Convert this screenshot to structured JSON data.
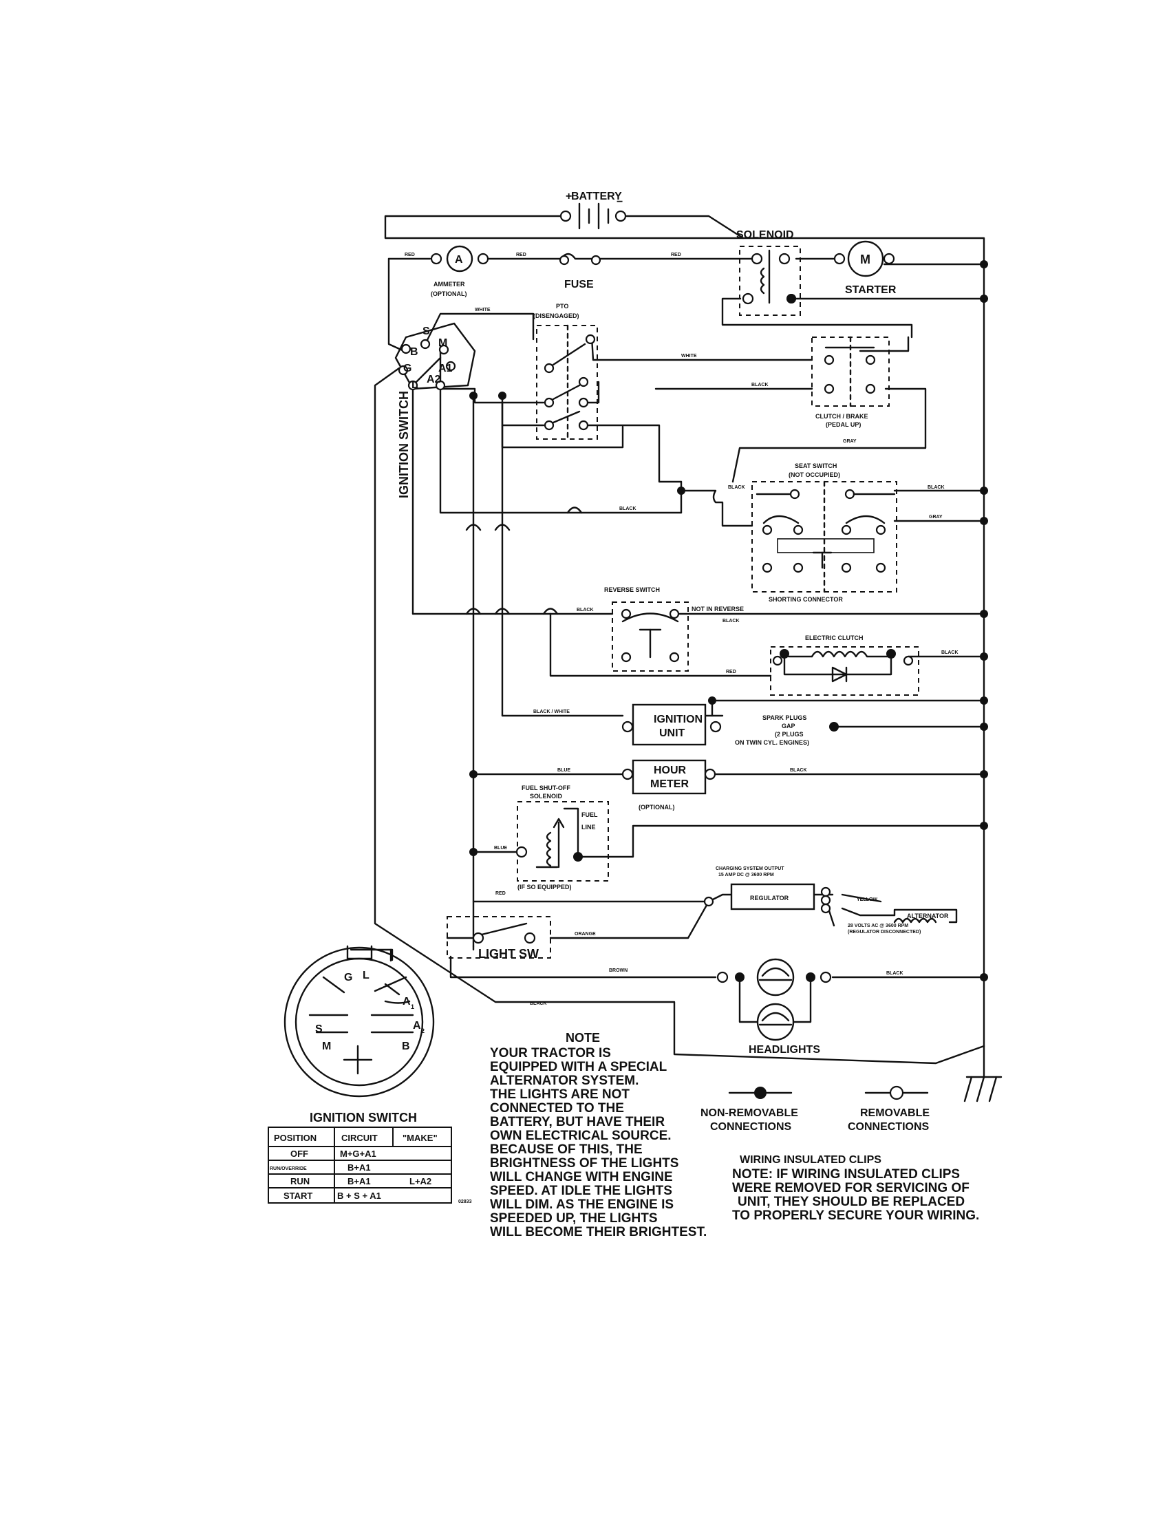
{
  "labels": {
    "battery": "BATTERY",
    "plus": "+",
    "minus": "−",
    "solenoid": "SOLENOID",
    "starter": "STARTER",
    "starter_symbol": "M",
    "ammeter_symbol": "A",
    "ammeter_1": "AMMETER",
    "ammeter_2": "(OPTIONAL)",
    "fuse": "FUSE",
    "pto_1": "PTO",
    "pto_2": "(DISENGAGED)",
    "clutch_brake_1": "CLUTCH / BRAKE",
    "clutch_brake_2": "(PEDAL UP)",
    "seat_switch_1": "SEAT SWITCH",
    "seat_switch_2": "(NOT OCCUPIED)",
    "shorting_connector": "SHORTING CONNECTOR",
    "reverse_switch": "REVERSE SWITCH",
    "not_in_reverse": "NOT IN REVERSE",
    "electric_clutch": "ELECTRIC CLUTCH",
    "ignition_unit_1": "IGNITION",
    "ignition_unit_2": "UNIT",
    "spark_1": "SPARK PLUGS",
    "spark_2": "GAP",
    "spark_3": "(2 PLUGS",
    "spark_4": "ON TWIN CYL. ENGINES)",
    "hour_meter_1": "HOUR",
    "hour_meter_2": "METER",
    "hour_meter_3": "(OPTIONAL)",
    "fuel_1": "FUEL SHUT-OFF",
    "fuel_2": "SOLENOID",
    "fuel_line_1": "FUEL",
    "fuel_line_2": "LINE",
    "fuel_3": "(IF SO EQUIPPED)",
    "charging_1": "CHARGING SYSTEM OUTPUT",
    "charging_2": "15 AMP DC @ 3600 RPM",
    "regulator": "REGULATOR",
    "alternator": "ALTERNATOR",
    "alt_volts_1": "28 VOLTS AC @ 3600 RPM",
    "alt_volts_2": "(REGULATOR DISCONNECTED)",
    "light_sw": "LIGHT SW",
    "headlights": "HEADLIGHTS",
    "ignition_switch_vertical": "IGNITION SWITCH",
    "drawing_no": "02833"
  },
  "terminals": {
    "b": "B",
    "s": "S",
    "m": "M",
    "g": "G",
    "a1": "A1",
    "l": "L",
    "a2": "A2"
  },
  "wires": {
    "red_a": "RED",
    "red_b": "RED",
    "red_c": "RED",
    "white_a": "WHITE",
    "white_b": "WHITE",
    "black_clutch": "BLACK",
    "gray_clutch": "GRAY",
    "black_seat_l": "BLACK",
    "black_seat_r": "BLACK",
    "gray_seat_r": "GRAY",
    "black_main": "BLACK",
    "black_rev_l": "BLACK",
    "black_rev_r": "BLACK",
    "black_eclutch": "BLACK",
    "red_eclutch": "RED",
    "black_white": "BLACK / WHITE",
    "blue_hour": "BLUE",
    "black_hour": "BLACK",
    "blue_fuel": "BLUE",
    "red_reg": "RED",
    "yellow": "YELLOW",
    "orange": "ORANGE",
    "brown": "BROWN",
    "black_head": "BLACK",
    "black_ground": "BLACK"
  },
  "note": {
    "title": "NOTE",
    "lines": [
      "YOUR TRACTOR IS",
      "EQUIPPED WITH A SPECIAL",
      "ALTERNATOR SYSTEM.",
      "THE LIGHTS ARE NOT",
      "CONNECTED TO THE",
      "BATTERY, BUT HAVE THEIR",
      "OWN ELECTRICAL SOURCE.",
      "BECAUSE OF THIS, THE",
      "BRIGHTNESS OF THE LIGHTS",
      "WILL CHANGE WITH ENGINE",
      "SPEED.  AT IDLE THE LIGHTS",
      "WILL DIM.  AS THE ENGINE IS",
      "SPEEDED UP, THE LIGHTS",
      "WILL BECOME THEIR BRIGHTEST."
    ]
  },
  "legend": {
    "non_removable_1": "NON-REMOVABLE",
    "non_removable_2": "CONNECTIONS",
    "removable_1": "REMOVABLE",
    "removable_2": "CONNECTIONS"
  },
  "clips": {
    "title": "WIRING INSULATED CLIPS",
    "lines": [
      "NOTE: IF WIRING INSULATED CLIPS",
      "WERE REMOVED FOR SERVICING OF",
      "UNIT, THEY SHOULD BE REPLACED",
      "TO PROPERLY SECURE YOUR WIRING."
    ]
  },
  "ignition_switch": {
    "title": "IGNITION SWITCH",
    "face_labels": {
      "g": "G",
      "l": "L",
      "a1": "A",
      "a1_sub": "1",
      "a2": "A",
      "a2_sub": "2",
      "s": "S",
      "m": "M",
      "b": "B"
    },
    "table": {
      "headers": [
        "POSITION",
        "CIRCUIT",
        "\"MAKE\""
      ],
      "rows": [
        [
          "OFF",
          "M+G+A1",
          ""
        ],
        [
          "RUN/OVERRIDE",
          "B+A1",
          ""
        ],
        [
          "RUN",
          "B+A1",
          "L+A2"
        ],
        [
          "START",
          "B + S + A1",
          ""
        ]
      ]
    }
  }
}
